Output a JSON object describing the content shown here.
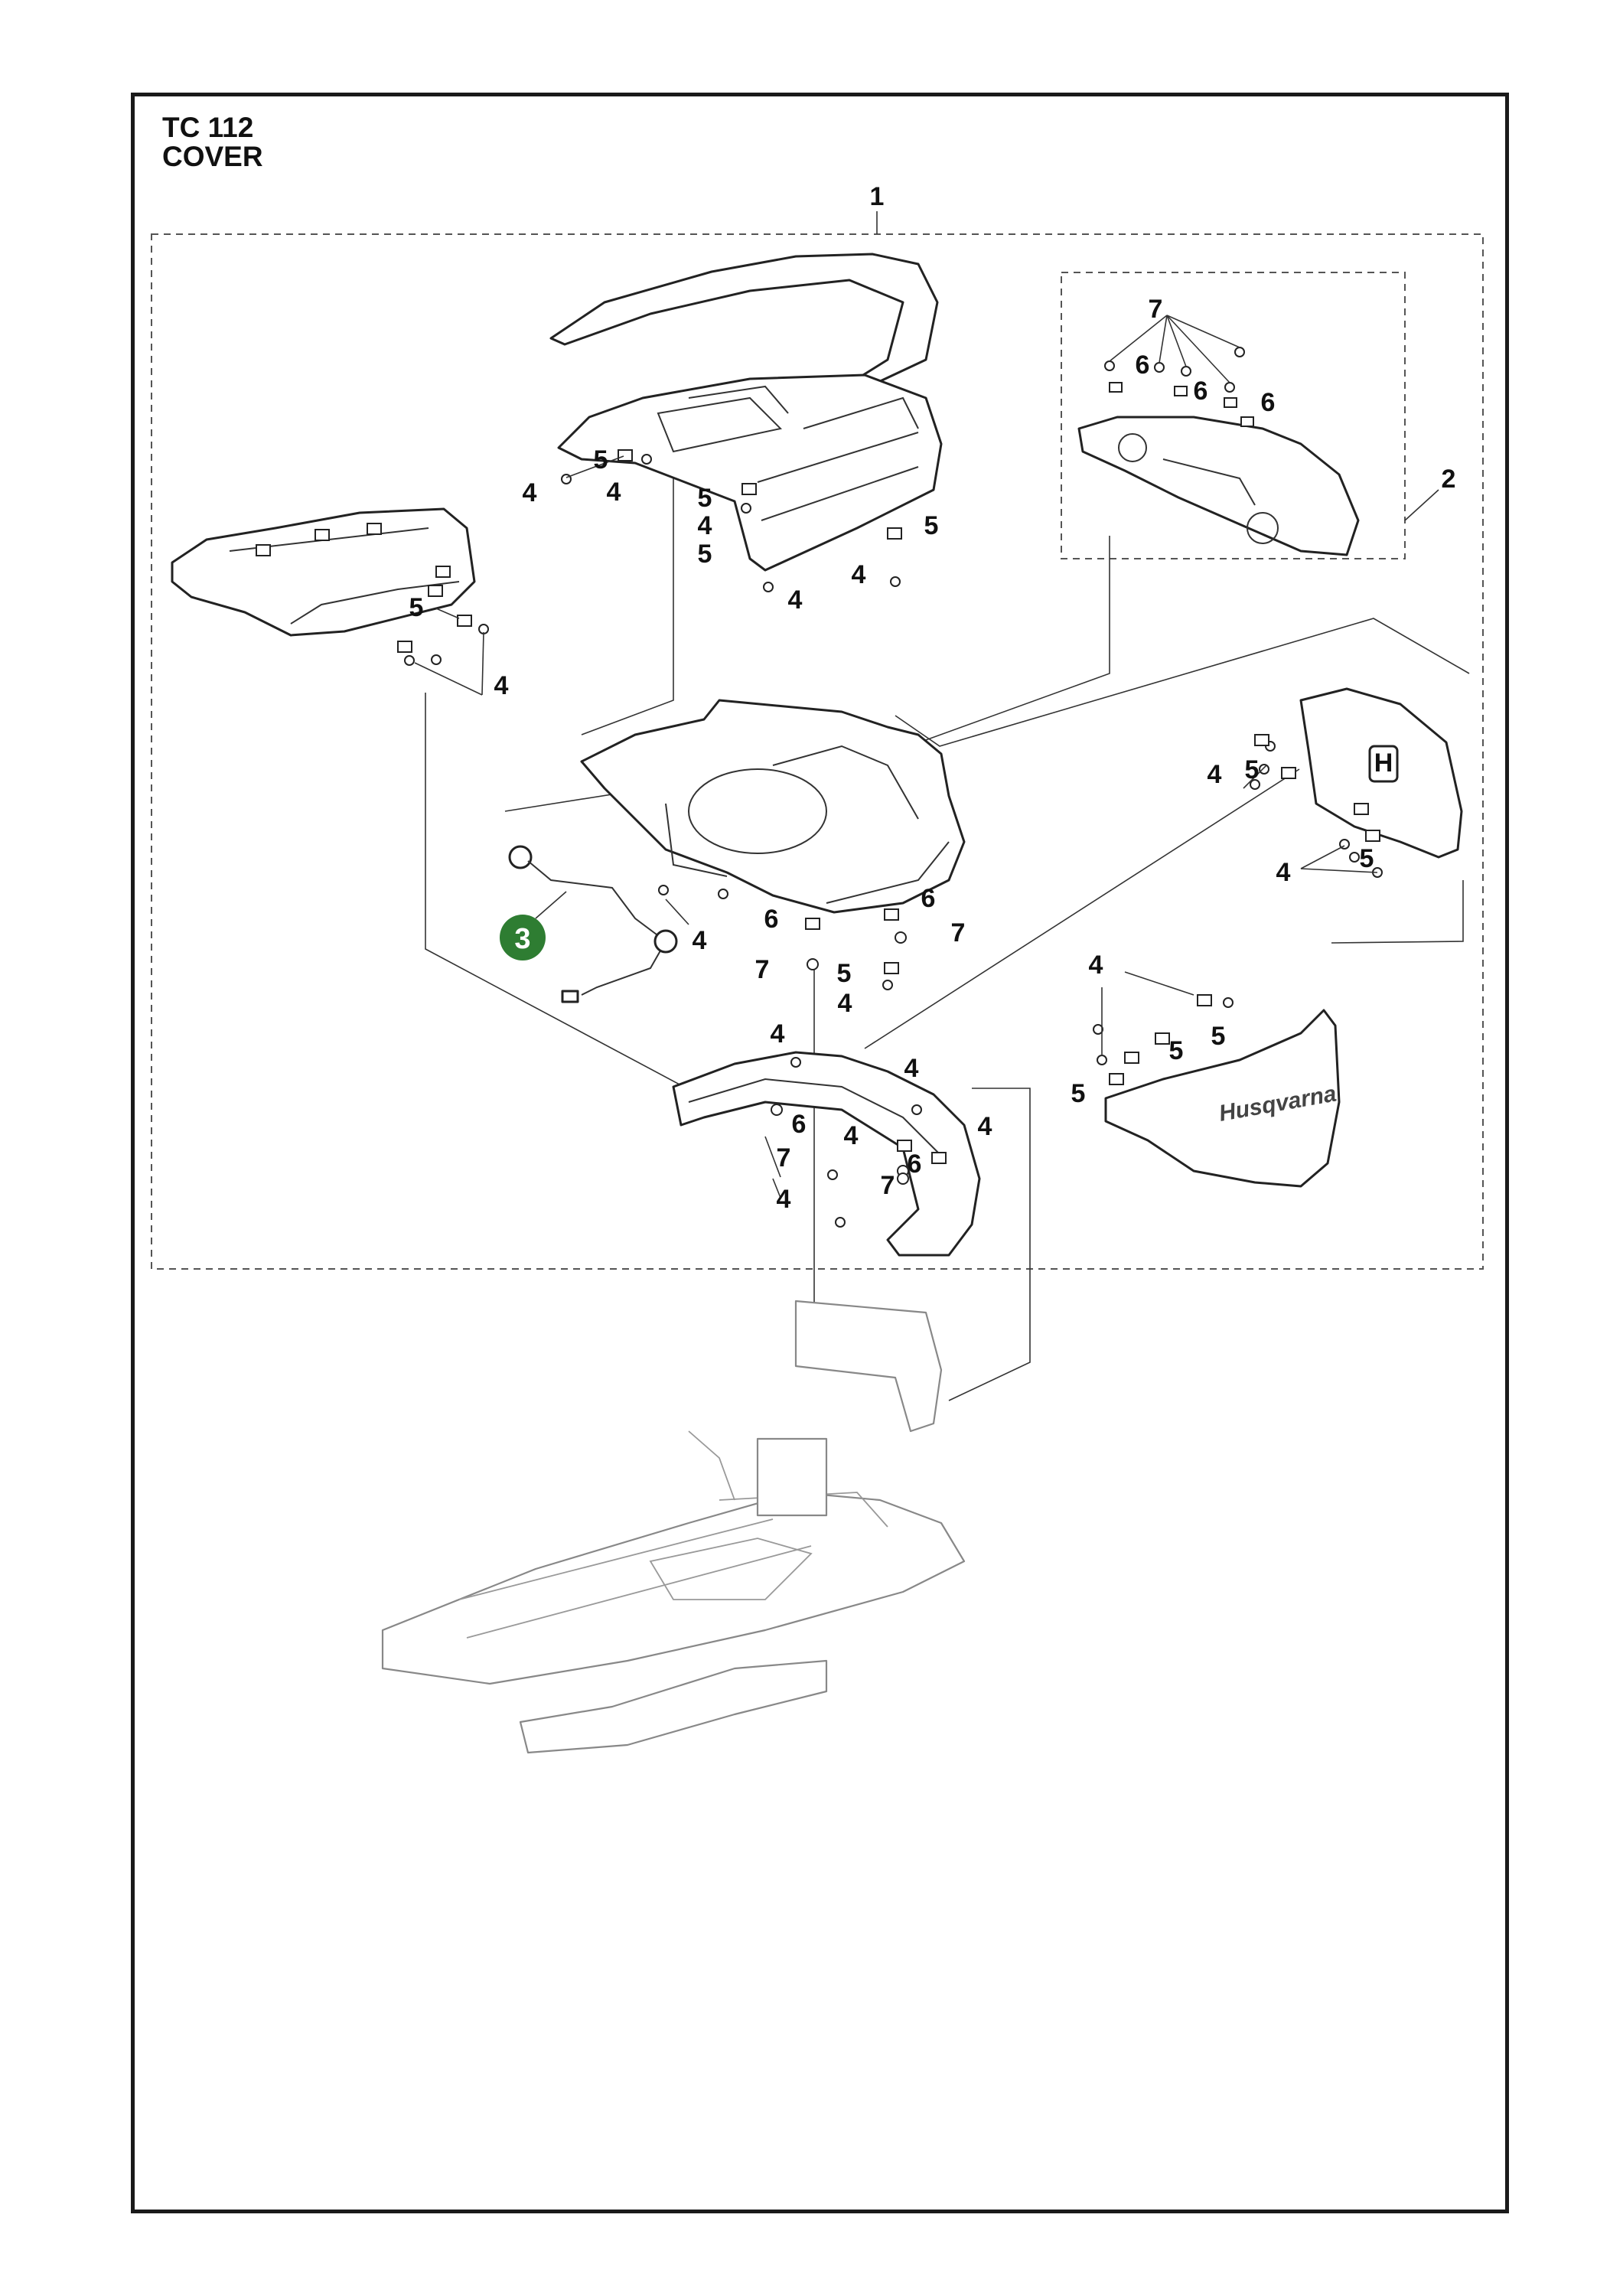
{
  "header": {
    "model": "TC 112",
    "section": "COVER"
  },
  "assembly_callouts": {
    "main_assembly": "1",
    "dash_assembly": "2"
  },
  "highlight": {
    "number": "3",
    "color": "#2e7d32"
  },
  "callouts": {
    "c4a": "4",
    "c5a": "5",
    "c4b": "4",
    "c5b": "5",
    "c4c": "4",
    "c5c": "5",
    "c5d": "5",
    "c4d": "4",
    "c4e": "4",
    "c5e": "5",
    "c4f": "4",
    "c7a": "7",
    "c6a": "6",
    "c6b": "6",
    "c6c": "6",
    "c4g": "4",
    "c6d": "6",
    "c7b": "7",
    "c6e": "6",
    "c7c": "7",
    "c5f": "5",
    "c4h": "4",
    "c4i": "4",
    "c5g": "5",
    "c4j": "4",
    "c5h": "5",
    "c4k": "4",
    "c5i": "5",
    "c5j": "5",
    "c5k": "5",
    "c4l": "4",
    "c4m": "4",
    "c6f": "6",
    "c7d": "7",
    "c4n": "4",
    "c4o": "4",
    "c4p": "4",
    "c6g": "6",
    "c7e": "7",
    "c4q": "4"
  },
  "brand": {
    "logo_text": "Husqvarna",
    "logo_letter": "H"
  }
}
